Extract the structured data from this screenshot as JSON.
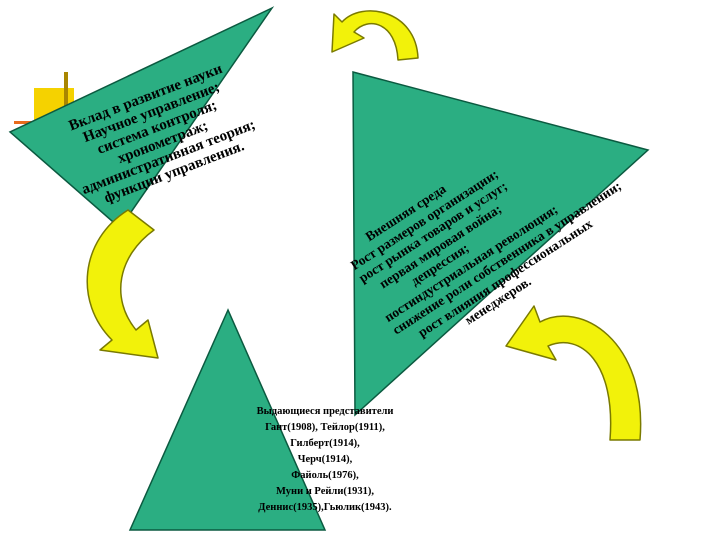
{
  "colors": {
    "triangle_fill": "#2BAE82",
    "triangle_stroke": "#0B5A40",
    "arrow_fill": "#F2F20A",
    "arrow_stroke": "#7A7A00",
    "accent_square": "#F5D200",
    "accent_bar": "#A98600",
    "accent_line": "#E86B1C"
  },
  "shapes": {
    "left_triangle": {
      "lines": [
        "Вклад в развитие науки",
        "Научное управление;",
        "система контроля;",
        "хронометраж;",
        "административная теория;",
        "функции управления."
      ]
    },
    "right_triangle": {
      "lines": [
        "Внешняя среда",
        "Рост размеров организации;",
        "рост рынка товаров и услуг;",
        "первая мировая война;",
        "депрессия;",
        "постиндустриальная революция;",
        "снижение роли собственника в управлении;",
        "рост влияния профессиональных",
        "менеджеров."
      ]
    },
    "bottom_triangle": {
      "lines": [
        "Выдающиеся представители",
        "Гант(1908), Тейлор(1911),",
        "Гилберт(1914),",
        "Черч(1914),",
        "Файоль(1976),",
        "Муни и Рейли(1931),",
        "Деннис(1935),Гьюлик(1943)."
      ]
    }
  },
  "arrows": [
    {
      "name": "top-cycle-arrow"
    },
    {
      "name": "right-cycle-arrow"
    },
    {
      "name": "left-cycle-arrow"
    }
  ]
}
